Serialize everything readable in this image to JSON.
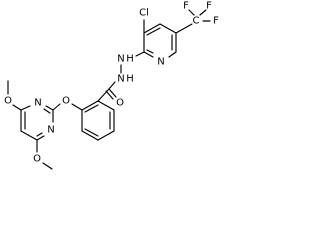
{
  "labels": {
    "cl": "Cl",
    "f_top_left": "F",
    "f_top_right": "F",
    "f_right": "F",
    "c_cf3": "C",
    "n_pyridine": "N",
    "nh_1": "N",
    "h_1": "H",
    "nh_2": "N",
    "h_2": "H",
    "o_carbonyl": "O",
    "o_ether": "O",
    "n_pyrimidine_top": "N",
    "n_pyrimidine_bottom": "N",
    "o_methoxy_1": "O",
    "o_methoxy_2": "O"
  }
}
